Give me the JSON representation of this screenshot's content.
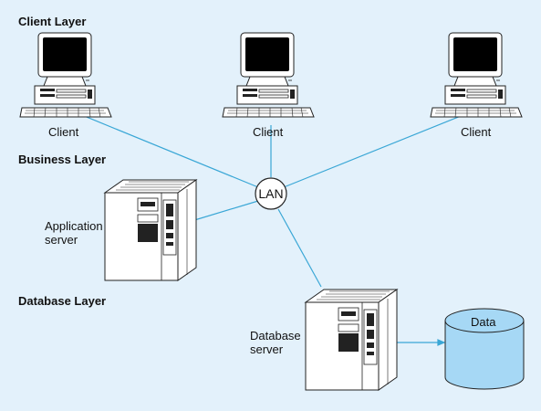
{
  "layers": {
    "client": "Client Layer",
    "business": "Business Layer",
    "database": "Database Layer"
  },
  "nodes": {
    "client_left": "Client",
    "client_center": "Client",
    "client_right": "Client",
    "lan": "LAN",
    "app_server": [
      "Application",
      "server"
    ],
    "db_server": [
      "Database",
      "server"
    ],
    "data": "Data"
  },
  "colors": {
    "background": "#e3f1fb",
    "connector": "#3aa7d6",
    "data_cylinder": "#a6d8f5"
  }
}
